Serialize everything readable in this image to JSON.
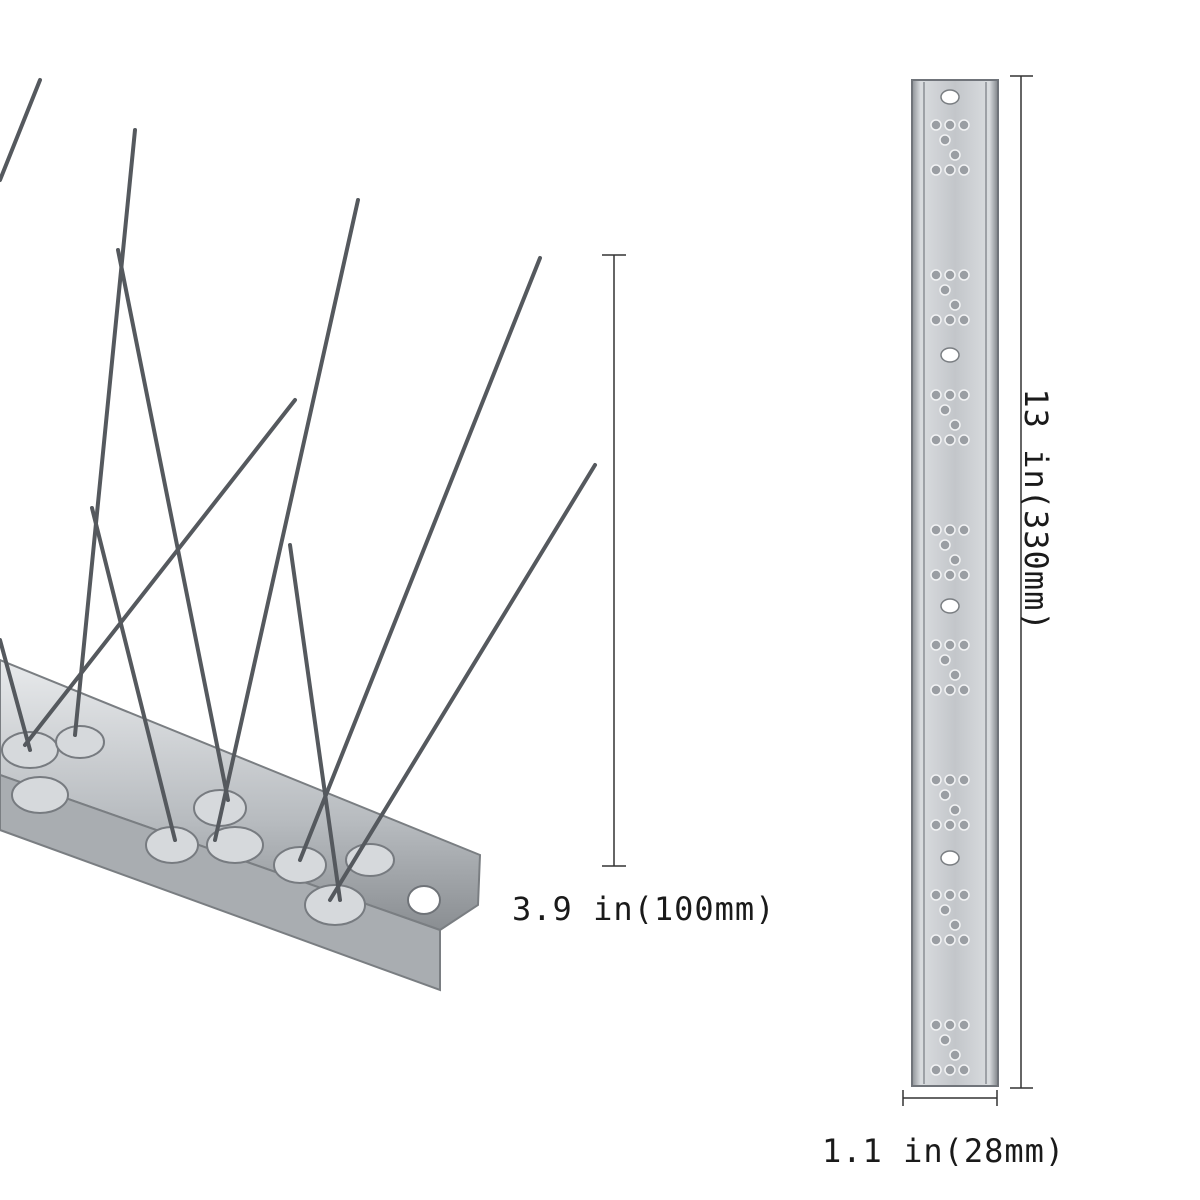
{
  "dimensions": {
    "spike_height": "3.9 in(100mm)",
    "strip_length": "13 in(330mm)",
    "strip_width": "1.1 in(28mm)"
  },
  "colors": {
    "steel": "#b9bcc0",
    "steel_dark": "#6f7378",
    "dimension_line": "#333333"
  }
}
